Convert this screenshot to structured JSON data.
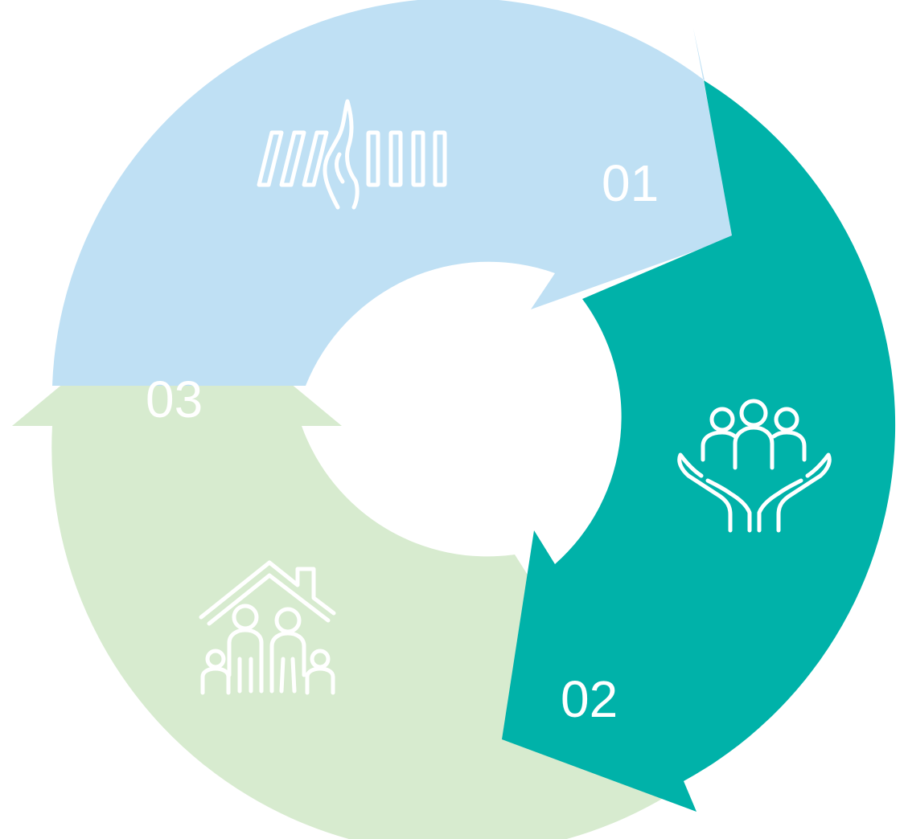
{
  "diagram": {
    "steps": [
      {
        "number": "01",
        "icon": "hand-dominoes-icon",
        "color": "#bfe0f4"
      },
      {
        "number": "02",
        "icon": "hands-supporting-people-icon",
        "color": "#00b2a9"
      },
      {
        "number": "03",
        "icon": "family-house-icon",
        "color": "#d7ebcf"
      }
    ]
  }
}
